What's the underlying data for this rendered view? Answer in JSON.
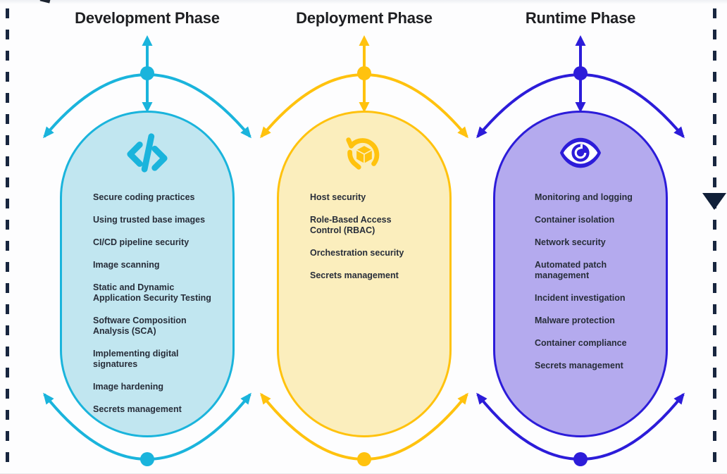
{
  "diagram": {
    "background": "#fdfdfe",
    "edge_dash_color": "#18263f",
    "triangle_color": "#101f38",
    "text_color": "#272d39"
  },
  "phases": [
    {
      "title": "Development Phase",
      "icon": "code-icon",
      "accent": "#1ab4dc",
      "capsule_fill": "#c1e6f0",
      "items": [
        "Secure coding practices",
        "Using trusted base images",
        "CI/CD pipeline security",
        "Image scanning",
        "Static and Dynamic\nApplication Security Testing",
        "Software Composition\nAnalysis (SCA)",
        "Implementing digital signatures",
        "Image hardening",
        "Secrets management"
      ]
    },
    {
      "title": "Deployment Phase",
      "icon": "deploy-sync-icon",
      "accent": "#ffc20e",
      "capsule_fill": "#fbeebd",
      "items": [
        "Host security",
        "Role-Based Access\nControl (RBAC)",
        "Orchestration security",
        "Secrets management"
      ]
    },
    {
      "title": "Runtime Phase",
      "icon": "monitoring-eye-icon",
      "accent": "#2c1cd9",
      "capsule_fill": "#b4aaee",
      "items": [
        "Monitoring and logging",
        "Container isolation",
        "Network security",
        "Automated patch\nmanagement",
        "Incident investigation",
        "Malware protection",
        "Container compliance",
        "Secrets management"
      ]
    }
  ]
}
